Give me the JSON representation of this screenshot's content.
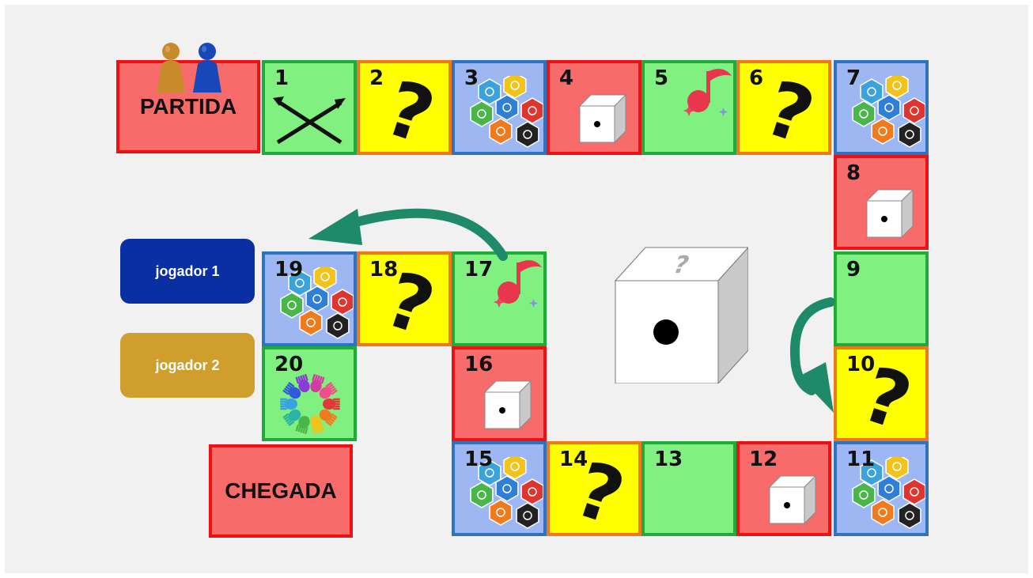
{
  "board": {
    "start_label": "PARTIDA",
    "finish_label": "CHEGADA",
    "players": [
      {
        "label": "jogador 1",
        "color": "#0a2fa3"
      },
      {
        "label": "jogador 2",
        "color": "#cf9e2c"
      }
    ],
    "pawn_colors": [
      "#c98a2c",
      "#1747b8"
    ],
    "square_types": {
      "swap": "crossed-arrows-icon",
      "question": "question-mark-icon",
      "categories": "category-hexagons-icon",
      "dice": "die-icon",
      "music": "music-note-icon",
      "blank": "",
      "hands": "hands-circle-icon"
    },
    "squares": [
      {
        "number": "1",
        "type": "swap"
      },
      {
        "number": "2",
        "type": "question"
      },
      {
        "number": "3",
        "type": "categories"
      },
      {
        "number": "4",
        "type": "dice"
      },
      {
        "number": "5",
        "type": "music"
      },
      {
        "number": "6",
        "type": "question"
      },
      {
        "number": "7",
        "type": "categories"
      },
      {
        "number": "8",
        "type": "dice"
      },
      {
        "number": "9",
        "type": "blank"
      },
      {
        "number": "10",
        "type": "question"
      },
      {
        "number": "11",
        "type": "categories"
      },
      {
        "number": "12",
        "type": "dice"
      },
      {
        "number": "13",
        "type": "blank"
      },
      {
        "number": "14",
        "type": "question"
      },
      {
        "number": "15",
        "type": "categories"
      },
      {
        "number": "16",
        "type": "dice"
      },
      {
        "number": "17",
        "type": "music"
      },
      {
        "number": "18",
        "type": "question"
      },
      {
        "number": "19",
        "type": "categories"
      },
      {
        "number": "20",
        "type": "hands"
      }
    ],
    "colors": {
      "red_fill": "#f86b6b",
      "red_border": "#ee1111",
      "green_fill": "#80f080",
      "green_border": "#1fab3c",
      "yellow_fill": "#ffff00",
      "yellow_border": "#f07818",
      "blue_fill": "#9db7f3",
      "blue_border": "#2f73c0",
      "arrow": "#1f8a6a"
    }
  }
}
